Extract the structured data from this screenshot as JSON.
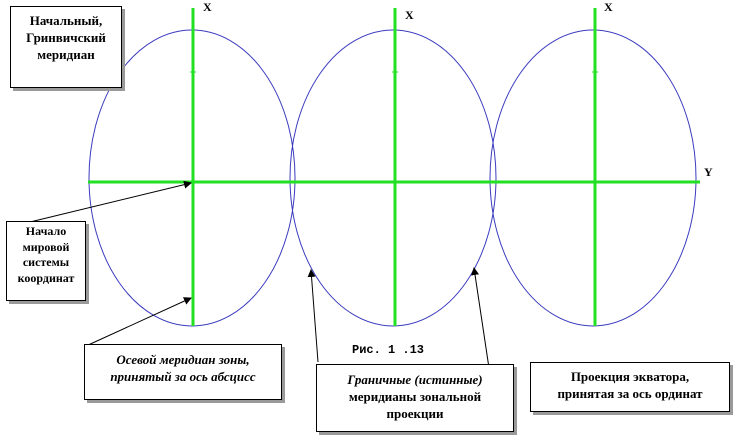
{
  "axes": {
    "x_label": "X",
    "y_label": "Y"
  },
  "boxes": {
    "greenwich": {
      "lines": [
        "Начальный,",
        "Гринвичский",
        "меридиан"
      ]
    },
    "origin": {
      "lines": [
        "Начало",
        "мировой",
        "системы",
        "координат"
      ]
    },
    "axial_meridian": {
      "lines": [
        "Осевой меридиан зоны,",
        "принятый за ось абсцисс"
      ]
    },
    "boundary_meridians": {
      "lines": [
        "Граничные (истинные)",
        "меридианы зональной",
        "проекции"
      ]
    },
    "equator_projection": {
      "lines": [
        "Проекция экватора,",
        "принятая за ось ординат"
      ]
    }
  },
  "caption": "Рис. 1 .13",
  "colors": {
    "ellipse": "#3b3bbf",
    "axis": "#22e022",
    "arrow": "#000000"
  }
}
